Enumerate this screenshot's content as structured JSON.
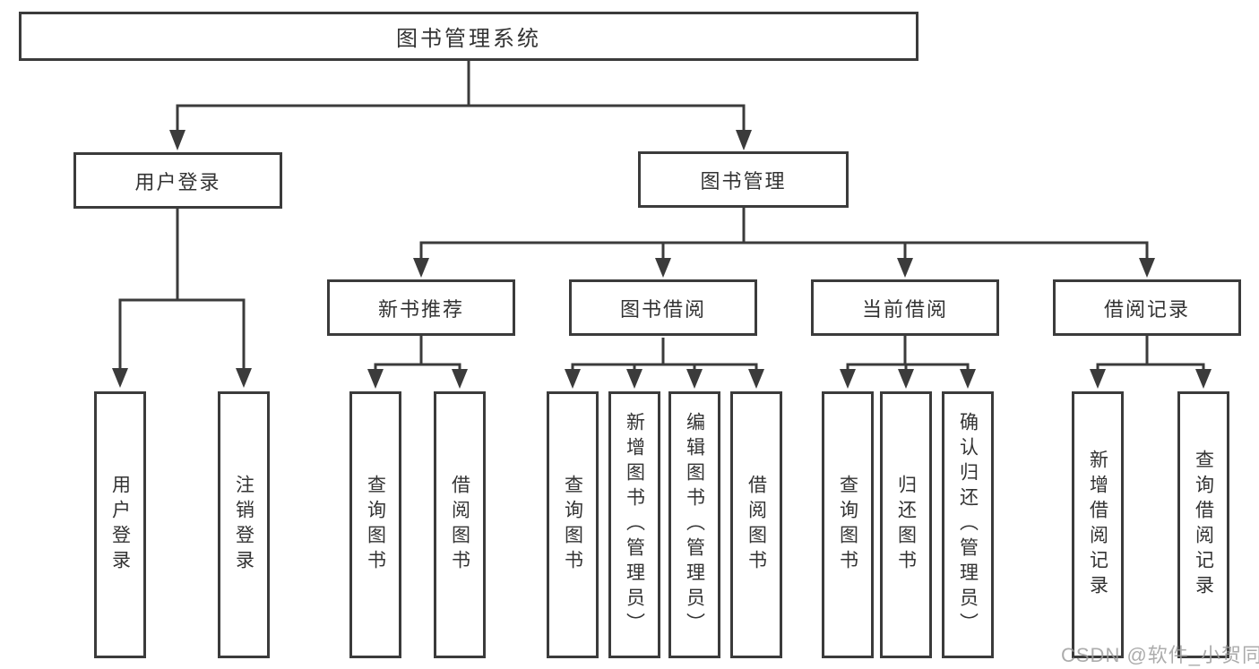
{
  "root": {
    "label": "图书管理系统"
  },
  "branches": [
    {
      "label": "用户登录",
      "children": [
        {
          "label": "用户登录"
        },
        {
          "label": "注销登录"
        }
      ]
    },
    {
      "label": "图书管理",
      "children": [
        {
          "label": "新书推荐",
          "children": [
            {
              "label": "查询图书"
            },
            {
              "label": "借阅图书"
            }
          ]
        },
        {
          "label": "图书借阅",
          "children": [
            {
              "label": "查询图书"
            },
            {
              "label": "新增图书（管理员）"
            },
            {
              "label": "编辑图书（管理员）"
            },
            {
              "label": "借阅图书"
            }
          ]
        },
        {
          "label": "当前借阅",
          "children": [
            {
              "label": "查询图书"
            },
            {
              "label": "归还图书"
            },
            {
              "label": "确认归还（管理员）"
            }
          ]
        },
        {
          "label": "借阅记录",
          "children": [
            {
              "label": "新增借阅记录"
            },
            {
              "label": "查询借阅记录"
            }
          ]
        }
      ]
    }
  ],
  "watermark": "CSDN @软件_小贺同学",
  "colors": {
    "line": "#3b3b3b",
    "text": "#333333",
    "watermark": "#9e9e9e",
    "background": "#ffffff"
  }
}
